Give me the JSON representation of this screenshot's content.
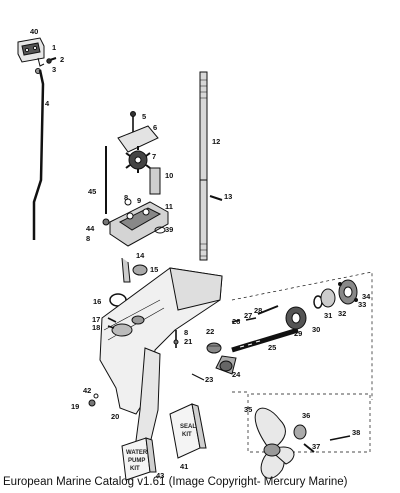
{
  "caption": "European Marine Catalog v1.61 (Image Copyright- Mercury Marine)",
  "kits": {
    "seal_kit": [
      "SEAL",
      "KIT"
    ],
    "water_pump_kit": [
      "WATER",
      "PUMP",
      "KIT"
    ]
  },
  "callouts": [
    {
      "id": "1",
      "text": "1"
    },
    {
      "id": "2",
      "text": "2"
    },
    {
      "id": "3",
      "text": "3"
    },
    {
      "id": "4",
      "text": "4"
    },
    {
      "id": "5",
      "text": "5"
    },
    {
      "id": "6",
      "text": "6"
    },
    {
      "id": "7",
      "text": "7"
    },
    {
      "id": "8a",
      "text": "8"
    },
    {
      "id": "8b",
      "text": "8"
    },
    {
      "id": "9",
      "text": "9"
    },
    {
      "id": "10",
      "text": "10"
    },
    {
      "id": "11",
      "text": "11"
    },
    {
      "id": "12",
      "text": "12"
    },
    {
      "id": "13",
      "text": "13"
    },
    {
      "id": "14",
      "text": "14"
    },
    {
      "id": "15",
      "text": "15"
    },
    {
      "id": "16",
      "text": "16"
    },
    {
      "id": "17",
      "text": "17"
    },
    {
      "id": "18",
      "text": "18"
    },
    {
      "id": "19",
      "text": "19"
    },
    {
      "id": "20",
      "text": "20"
    },
    {
      "id": "21",
      "text": "21"
    },
    {
      "id": "22",
      "text": "22"
    },
    {
      "id": "23",
      "text": "23"
    },
    {
      "id": "24",
      "text": "24"
    },
    {
      "id": "25",
      "text": "25"
    },
    {
      "id": "26",
      "text": "26"
    },
    {
      "id": "27",
      "text": "27"
    },
    {
      "id": "28",
      "text": "28"
    },
    {
      "id": "29",
      "text": "29"
    },
    {
      "id": "30",
      "text": "30"
    },
    {
      "id": "31",
      "text": "31"
    },
    {
      "id": "32",
      "text": "32"
    },
    {
      "id": "33",
      "text": "33"
    },
    {
      "id": "34",
      "text": "34"
    },
    {
      "id": "35",
      "text": "35"
    },
    {
      "id": "36",
      "text": "36"
    },
    {
      "id": "37",
      "text": "37"
    },
    {
      "id": "38",
      "text": "38"
    },
    {
      "id": "39",
      "text": "39"
    },
    {
      "id": "40",
      "text": "40"
    },
    {
      "id": "41",
      "text": "41"
    },
    {
      "id": "42",
      "text": "42"
    },
    {
      "id": "43",
      "text": "43"
    },
    {
      "id": "44",
      "text": "44"
    },
    {
      "id": "45",
      "text": "45"
    }
  ]
}
